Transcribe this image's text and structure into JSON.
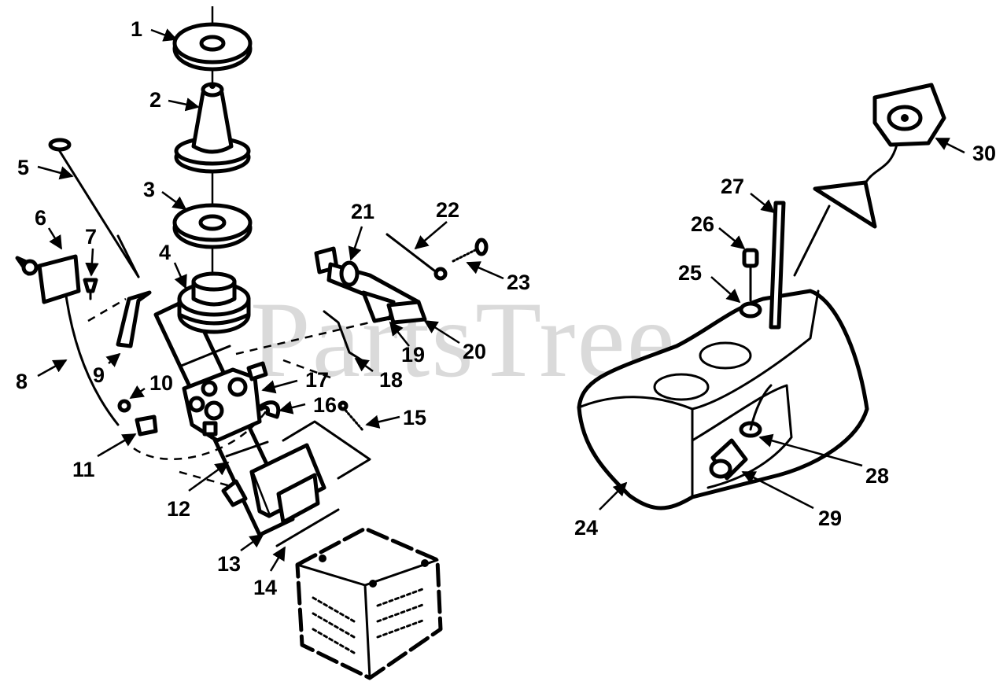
{
  "watermark": "PartsTree",
  "callouts": [
    "1",
    "2",
    "3",
    "4",
    "5",
    "6",
    "7",
    "8",
    "9",
    "10",
    "11",
    "12",
    "13",
    "14",
    "15",
    "16",
    "17",
    "18",
    "19",
    "20",
    "21",
    "22",
    "23",
    "24",
    "25",
    "26",
    "27",
    "28",
    "29",
    "30"
  ]
}
